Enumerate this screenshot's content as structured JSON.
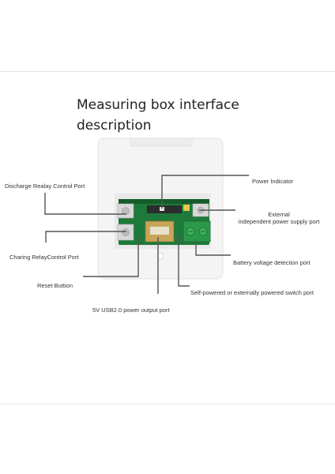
{
  "title_lines": [
    "Measuring box interface",
    "description"
  ],
  "labels": {
    "discharge_relay_port": "Discharge Realay Control Port",
    "power_indicator": "Power Indicator",
    "external_power_port": [
      "External",
      "independent power supply port"
    ],
    "charging_relay_port": "Charing RelayControl Port",
    "battery_voltage_port": "Battery voltage detection port",
    "reset_button": "Reset Buttion",
    "power_switch_port": "Self-powered or externally powered switch port",
    "usb_output_port": "5V USB2.0 power output port"
  },
  "colors": {
    "pcb": "#1d7a3a",
    "terminal_green": "#2a9a4a",
    "leader_line": "#555555",
    "enclosure": "#f3f3f3"
  }
}
